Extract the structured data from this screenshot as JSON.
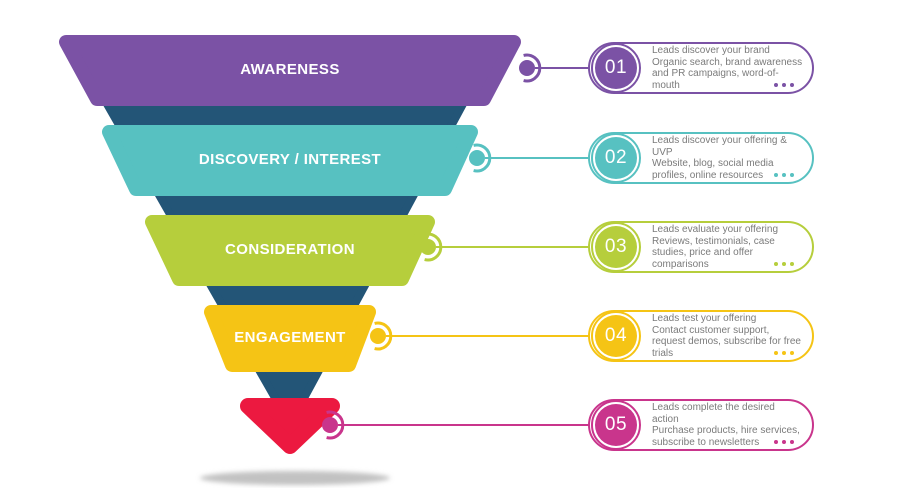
{
  "stages": [
    {
      "number": "01",
      "funnel_label": "AWARENESS",
      "headline": "Leads discover your brand",
      "detail": "Organic search, brand awareness and PR campaigns, word-of-mouth",
      "accent": "#7B52A5",
      "fill": "#7B52A5"
    },
    {
      "number": "02",
      "funnel_label": "DISCOVERY / INTEREST",
      "headline": "Leads discover your offering & UVP",
      "detail": "Website, blog, social media profiles, online resources",
      "accent": "#57C1C1",
      "fill": "#57C1C1"
    },
    {
      "number": "03",
      "funnel_label": "CONSIDERATION",
      "headline": "Leads evaluate your offering",
      "detail": "Reviews, testimonials, case studies, price and offer comparisons",
      "accent": "#B6CE3C",
      "fill": "#B6CE3C"
    },
    {
      "number": "04",
      "funnel_label": "ENGAGEMENT",
      "headline": "Leads test your offering",
      "detail": "Contact customer support, request demos, subscribe for free trials",
      "accent": "#F5C415",
      "fill": "#F5C415"
    },
    {
      "number": "05",
      "funnel_label": "",
      "headline": "Leads complete the desired action",
      "detail": "Purchase products, hire services, subscribe to newsletters",
      "accent": "#C9358C",
      "fill": "#EC1940"
    }
  ],
  "colors": {
    "funnel_core": "#235577",
    "shadow": "#C2C2C2",
    "label_text": "#FFFFFF",
    "body_text": "#7B7B7B"
  }
}
